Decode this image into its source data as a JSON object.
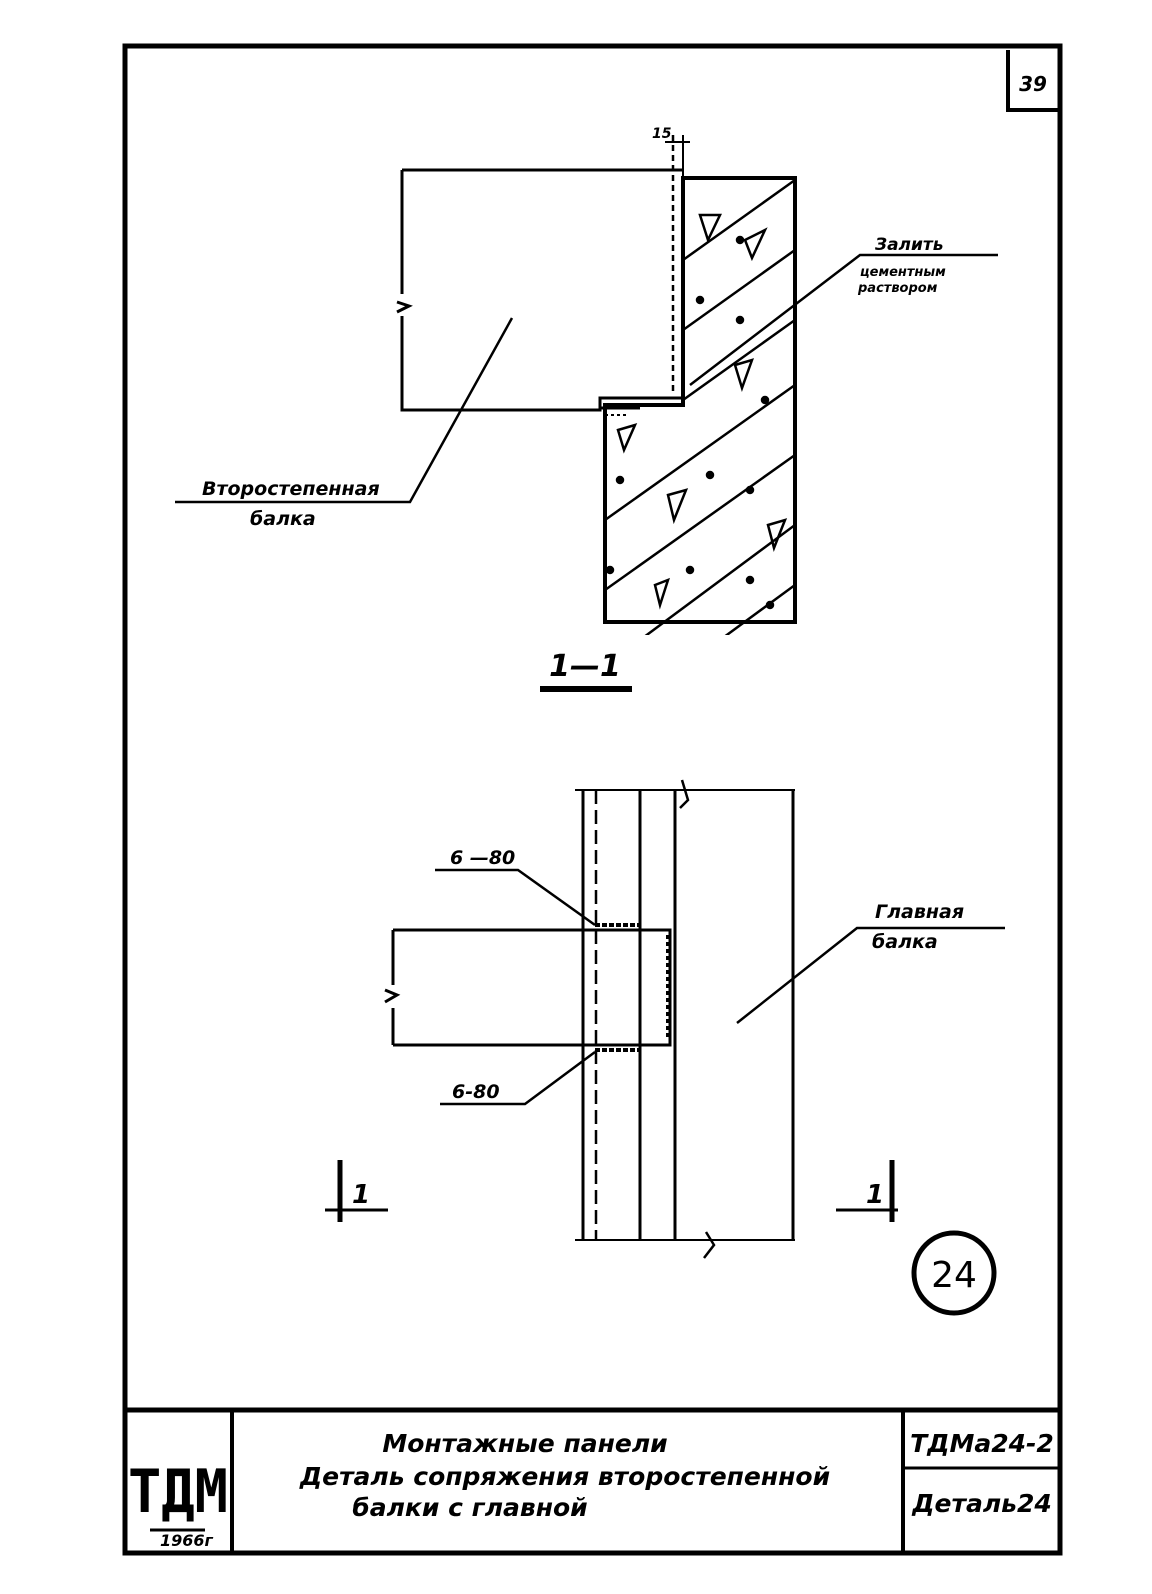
{
  "sheet_number": "39",
  "section_1": {
    "dimension_gap": "15",
    "label_fill": "Залить",
    "label_fill_sub1": "цементным",
    "label_fill_sub2": "раствором",
    "label_secondary_1": "Второстепенная",
    "label_secondary_2": "балка",
    "section_title": "1—1"
  },
  "plan": {
    "weld_top": "6 —80",
    "weld_bottom": "6-80",
    "label_main_1": "Главная",
    "label_main_2": "балка",
    "cut_left": "1",
    "cut_right": "1",
    "detail_number": "24"
  },
  "title_block": {
    "logo": "ТДМ",
    "year": "1966г",
    "line1": "Монтажные панели",
    "line2": "Деталь сопряжения второстепенной",
    "line3": "балки с главной",
    "code": "ТДМа24-2",
    "detail": "Деталь24"
  }
}
